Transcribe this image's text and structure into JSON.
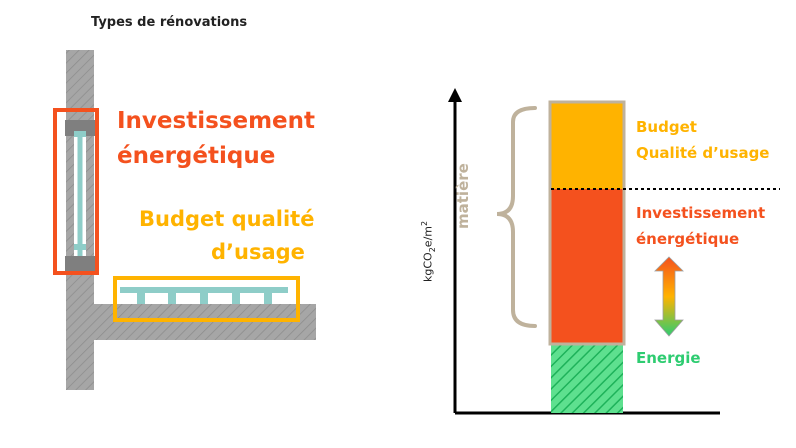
{
  "title": "Types de rénovations",
  "labels": {
    "investissement_left": [
      "Investissement",
      "énergétique"
    ],
    "budget_left": [
      "Budget qualité",
      "d’usage"
    ],
    "budget_right": [
      "Budget",
      "Qualité d’usage"
    ],
    "investissement_right": [
      "Investissement",
      "énergétique"
    ],
    "energie": "Energie",
    "matiere": "matière",
    "ylabel": {
      "base": "kgCO",
      "sub": "2",
      "mid": "e/m",
      "sup": "2"
    }
  },
  "colors": {
    "orange_red": "#F4511E",
    "gold": "#FFB300",
    "green": "#2ECC71",
    "teal": "#8ECDC8",
    "wall_grey": "#A6A6A6",
    "beige": "#BFB29C",
    "text_dark": "#222222"
  }
}
